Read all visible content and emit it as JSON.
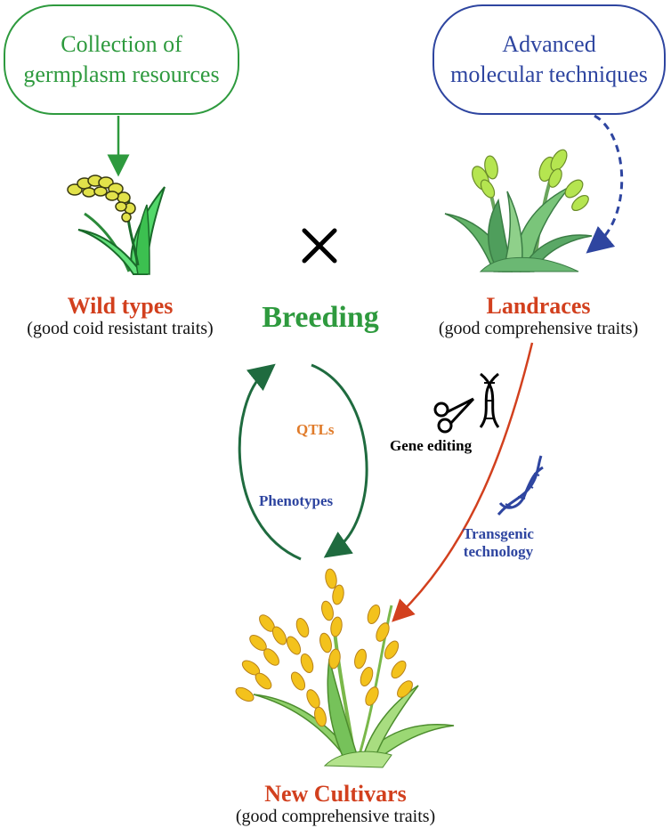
{
  "source_box": {
    "line1": "Collection of",
    "line2": "germplasm resources"
  },
  "tech_box": {
    "line1": "Advanced",
    "line2": "molecular  techniques"
  },
  "cross_symbol": "×",
  "center_title": "Breeding",
  "wild": {
    "title": "Wild types",
    "subtitle": "(good coid resistant traits)"
  },
  "landraces": {
    "title": "Landraces",
    "subtitle": "(good comprehensive traits)"
  },
  "cycle": {
    "top_label": "QTLs",
    "bottom_label": "Phenotypes"
  },
  "methods": {
    "gene_editing": "Gene editing",
    "transgenic_line1": "Transgenic",
    "transgenic_line2": "technology"
  },
  "result": {
    "title": "New Cultivars",
    "subtitle": "(good comprehensive traits)"
  },
  "colors": {
    "green": "#2e9a3e",
    "blue": "#2e45a0",
    "red": "#d2401e",
    "dark_green": "#1f6b3f",
    "orange": "#e07b2a"
  }
}
